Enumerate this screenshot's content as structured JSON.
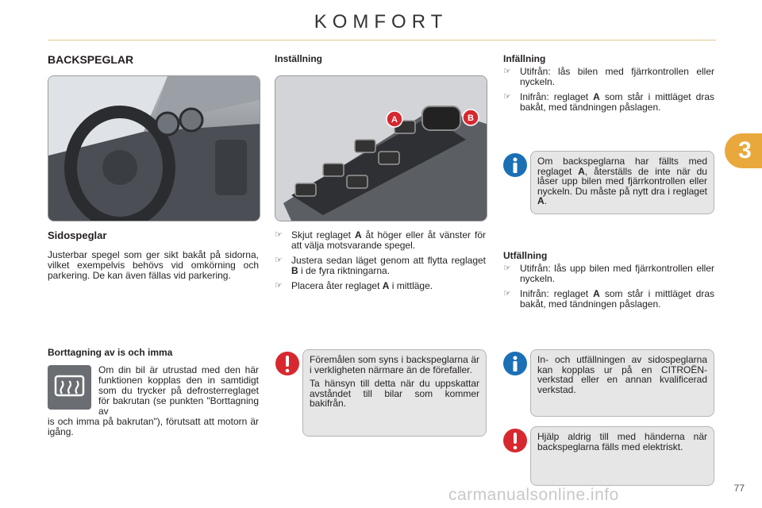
{
  "header": {
    "title": "KOMFORT",
    "chapter": "3",
    "page_number": "77"
  },
  "col1": {
    "section_title": "BACKSPEGLAR",
    "sidospeglar": {
      "title": "Sidospeglar",
      "text": "Justerbar spegel som ger sikt bakåt på sidorna, vilket exempelvis behövs vid omkörning och parkering. De kan även fällas vid parkering."
    },
    "defrost": {
      "title": "Borttagning av is och imma",
      "text_indent": "Om din bil är utrustad med den här funktionen kopplas den in samtidigt som du trycker på defrosterreglaget för bakrutan (se punkten \"Borttagning av",
      "text_full": "is och imma på bakrutan\"), förutsatt att motorn är igång."
    }
  },
  "col2": {
    "section_title": "Inställning",
    "labels": {
      "a": "A",
      "b": "B"
    },
    "steps": [
      {
        "pre": "Skjut reglaget ",
        "bold": "A",
        "post": " åt höger eller åt vänster för att välja motsvarande spegel."
      },
      {
        "pre": "Justera sedan läget genom att flytta reglaget ",
        "bold": "B",
        "post": " i de fyra riktningarna."
      },
      {
        "pre": "Placera åter reglaget ",
        "bold": "A",
        "post": " i mittläge."
      }
    ],
    "warning": {
      "p1": "Föremålen som syns i backspeglarna är i verkligheten närmare än de förefaller.",
      "p2": "Ta hänsyn till detta när du uppskattar avståndet till bilar som kommer bakifrån."
    }
  },
  "col3": {
    "infallning": {
      "title": "Infällning",
      "items": [
        {
          "pre": "Utifrån: lås bilen med fjärrkontrollen eller nyckeln.",
          "bold": "",
          "post": ""
        },
        {
          "pre": "Inifrån: reglaget ",
          "bold": "A",
          "post": " som står i mittläget dras bakåt, med tändningen påslagen."
        }
      ]
    },
    "info1": {
      "pre": "Om backspeglarna har fällts med reglaget ",
      "b1": "A",
      "mid": ", återställs de inte när du låser upp bilen med fjärrkontrollen eller nyckeln. Du måste på nytt dra i reglaget ",
      "b2": "A",
      "post": "."
    },
    "utfallning": {
      "title": "Utfällning",
      "items": [
        {
          "pre": "Utifrån: lås upp bilen med fjärrkontrollen eller nyckeln.",
          "bold": "",
          "post": ""
        },
        {
          "pre": "Inifrån: reglaget ",
          "bold": "A",
          "post": " som står i mittläget dras bakåt, med tändningen påslagen."
        }
      ]
    },
    "info2": "In- och utfällningen av sidospeglarna kan kopplas ur på en CITROËN-verkstad eller en annan kvalificerad verkstad.",
    "warning2": "Hjälp aldrig till med händerna när backspeglarna fälls med elektriskt."
  },
  "bullet_symbol": "☞",
  "icons": {
    "info": "info-icon",
    "warning": "warning-icon",
    "defrost": "rear-defrost-icon"
  },
  "colors": {
    "tab": "#e8a83c",
    "info": "#1b6fb5",
    "warning": "#d7282f"
  },
  "watermark": "carmanualsonline.info"
}
